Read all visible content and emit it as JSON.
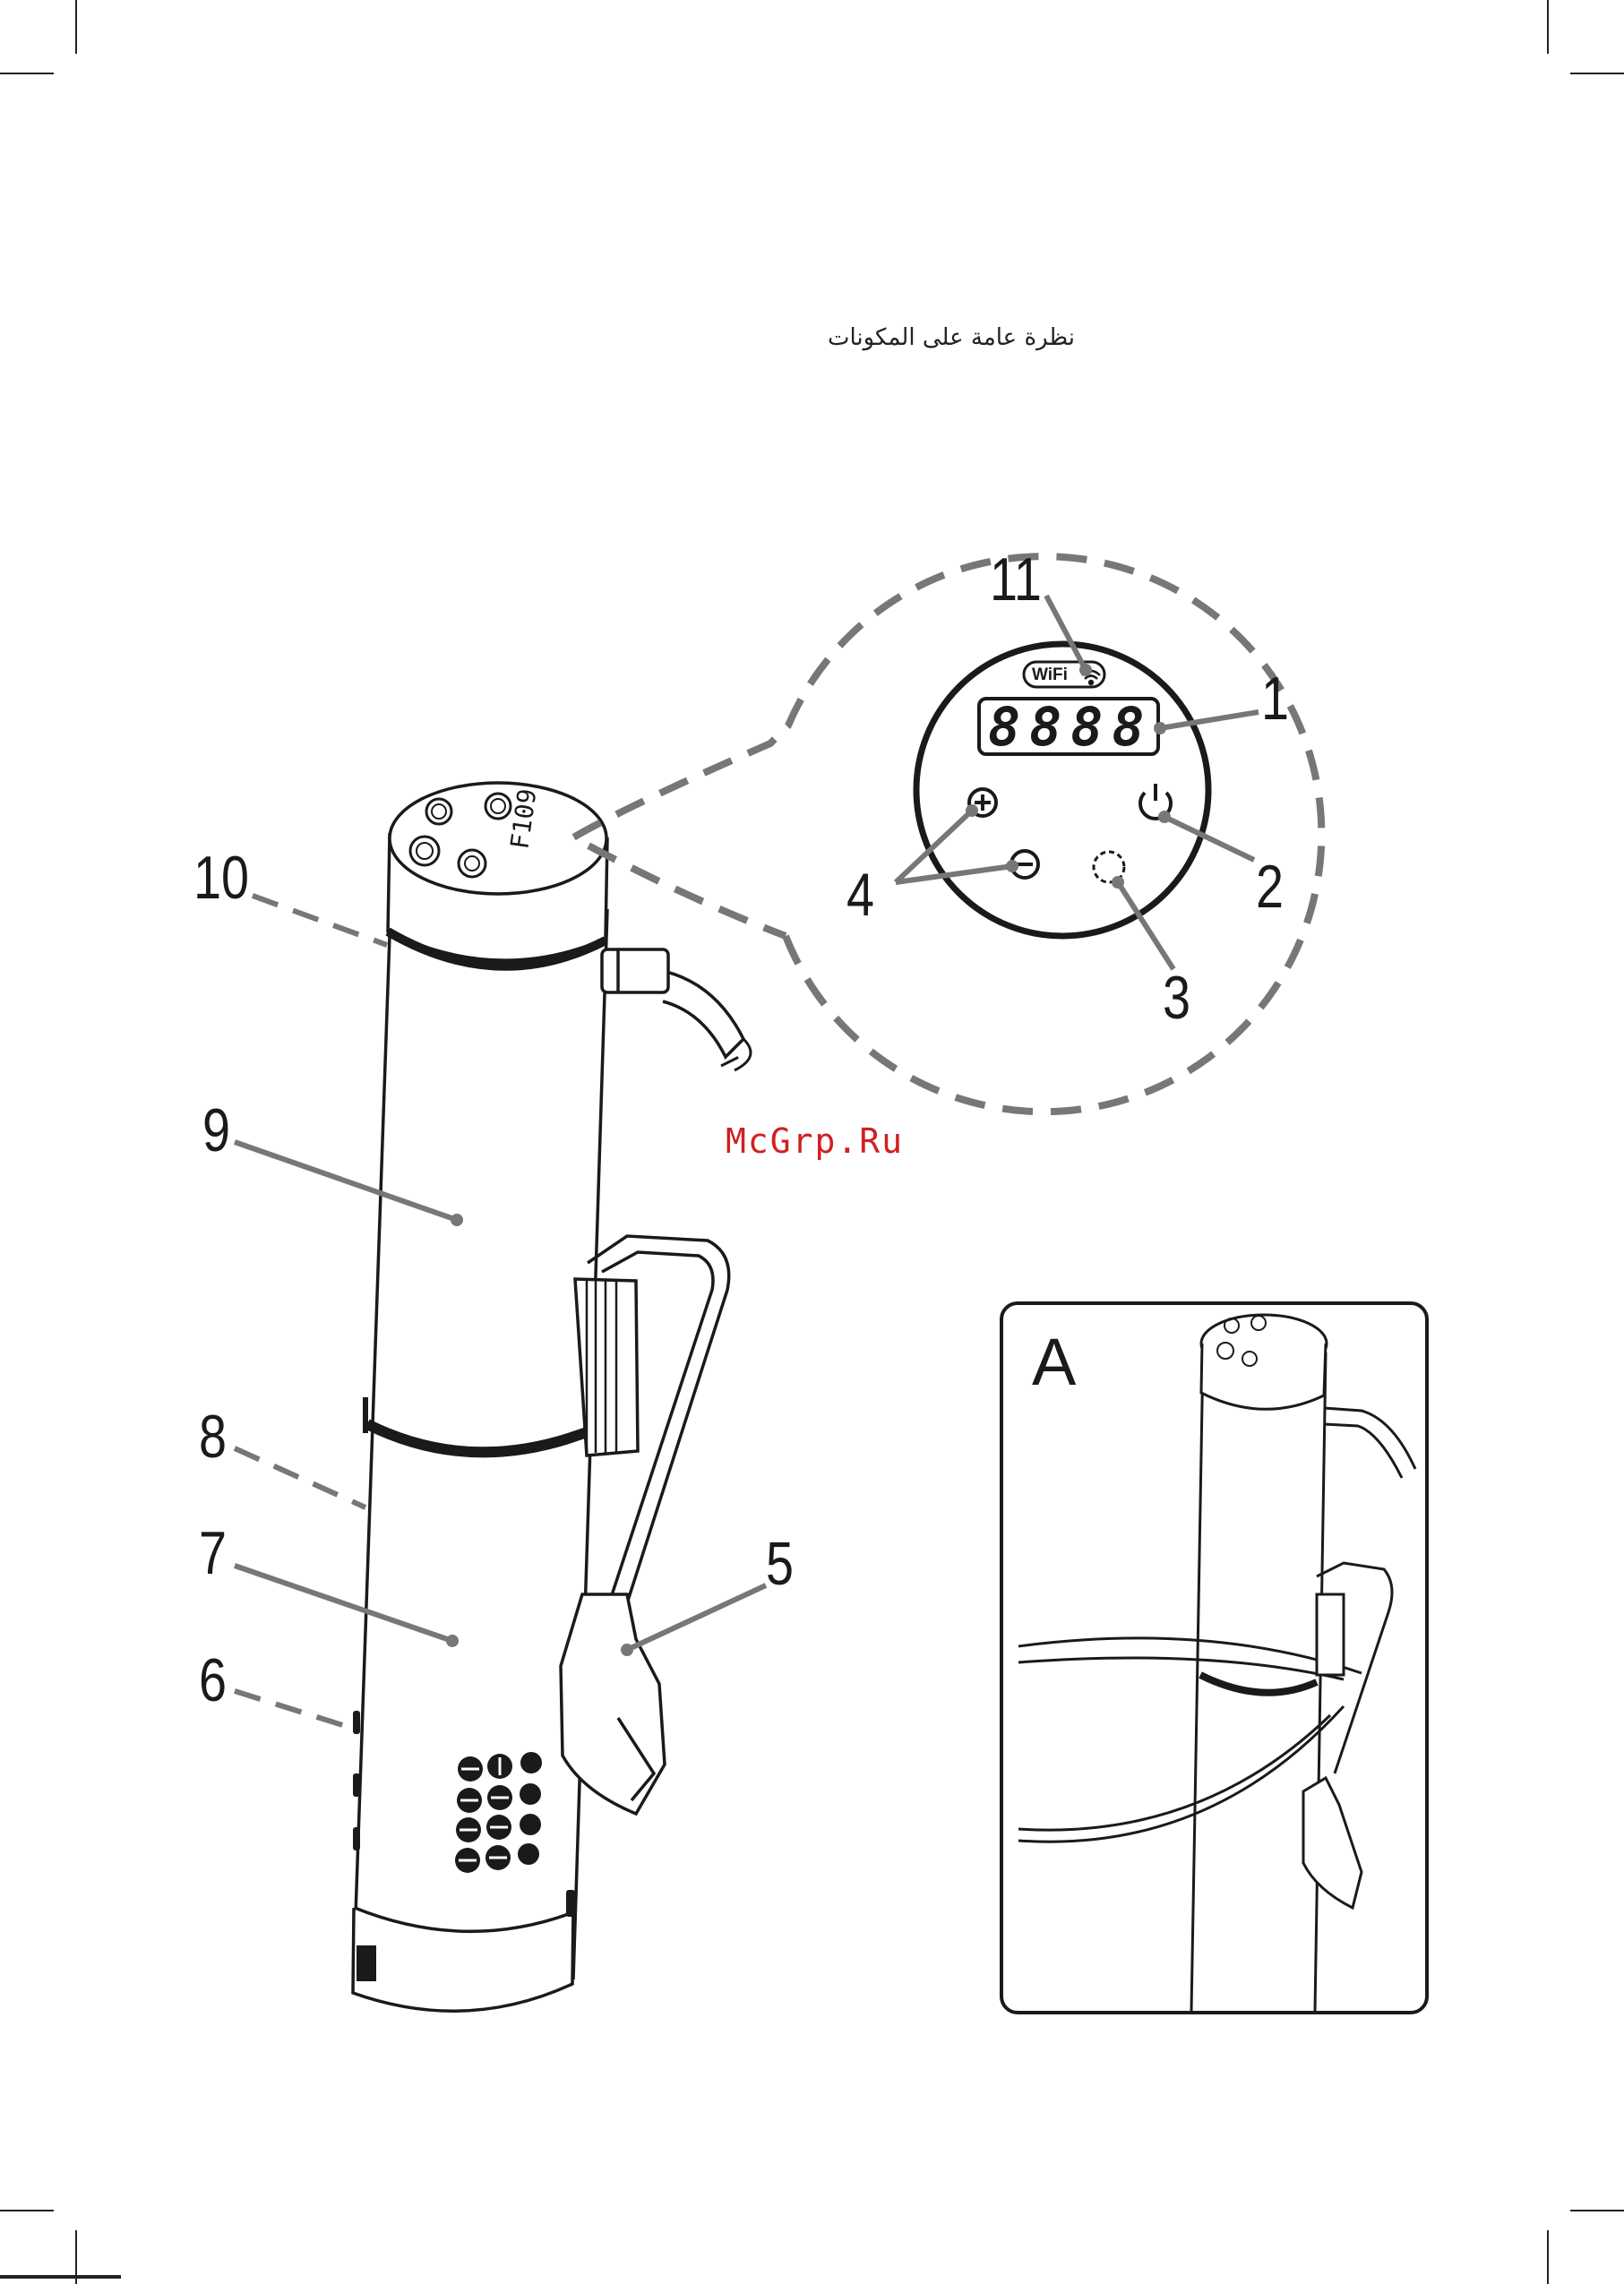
{
  "page": {
    "heading": "نظرة عامة على المكونات",
    "watermark": "McGrp.Ru"
  },
  "control_panel": {
    "wifi_label": "WiFi",
    "display_text": "8888"
  },
  "callouts": [
    {
      "id": "1",
      "label": "1"
    },
    {
      "id": "2",
      "label": "2"
    },
    {
      "id": "3",
      "label": "3"
    },
    {
      "id": "4",
      "label": "4"
    },
    {
      "id": "5",
      "label": "5"
    },
    {
      "id": "6",
      "label": "6"
    },
    {
      "id": "7",
      "label": "7"
    },
    {
      "id": "8",
      "label": "8"
    },
    {
      "id": "9",
      "label": "9"
    },
    {
      "id": "10",
      "label": "10"
    },
    {
      "id": "11",
      "label": "11"
    }
  ],
  "inset": {
    "label": "A"
  },
  "colors": {
    "line": "#1a1a1a",
    "dashed_leader": "#777777",
    "leader": "#777777",
    "watermark": "#d02020"
  }
}
